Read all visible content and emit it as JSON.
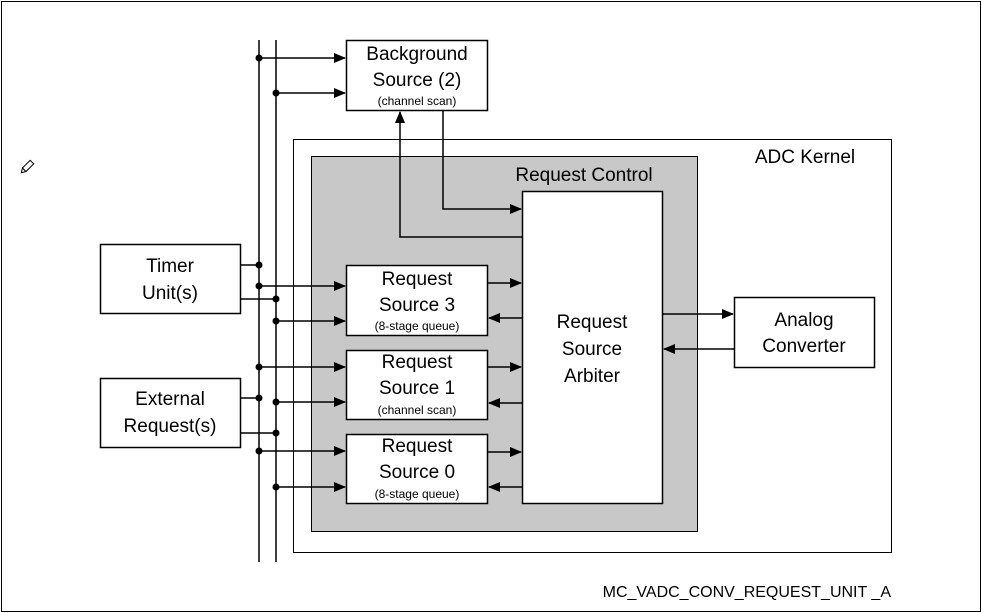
{
  "diagram": {
    "id_label": "MC_VADC_CONV_REQUEST_UNIT _A",
    "adc_kernel": {
      "title": "ADC Kernel"
    },
    "request_control": {
      "title": "Request Control"
    },
    "background_source": {
      "line1": "Background",
      "line2": "Source (2)",
      "sub": "(channel scan)"
    },
    "timer_unit": {
      "line1": "Timer",
      "line2": "Unit(s)"
    },
    "external_request": {
      "line1": "External",
      "line2": "Request(s)"
    },
    "request_source_3": {
      "line1": "Request",
      "line2": "Source 3",
      "sub": "(8-stage queue)"
    },
    "request_source_1": {
      "line1": "Request",
      "line2": "Source 1",
      "sub": "(channel scan)"
    },
    "request_source_0": {
      "line1": "Request",
      "line2": "Source 0",
      "sub": "(8-stage queue)"
    },
    "arbiter": {
      "line1": "Request",
      "line2": "Source",
      "line3": "Arbiter"
    },
    "analog_converter": {
      "line1": "Analog",
      "line2": "Converter"
    },
    "colors": {
      "request_control_fill": "#c8c8c8",
      "line": "#000000",
      "background": "#ffffff"
    },
    "icons": {
      "cursor": "pencil-icon"
    }
  }
}
